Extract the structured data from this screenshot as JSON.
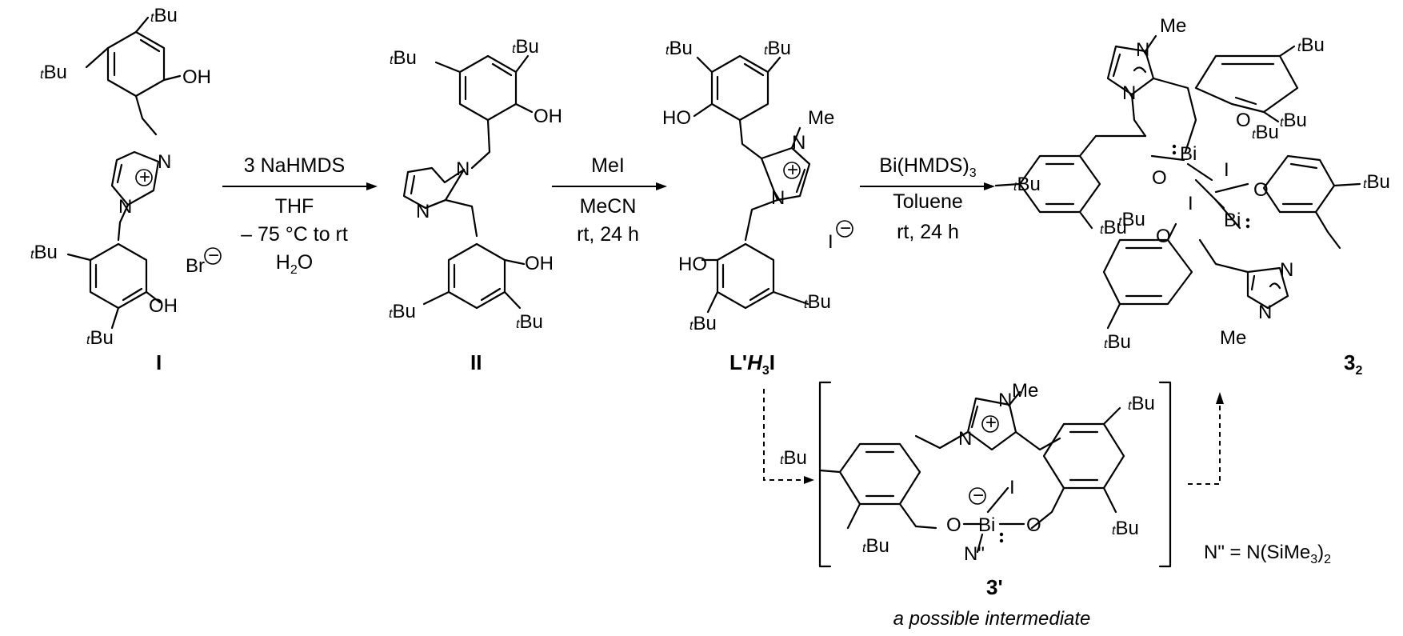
{
  "tbu_label": "Bu",
  "tbu_prefix": "t",
  "atoms": {
    "oh": "OH",
    "ho": "HO",
    "n": "N",
    "o": "O",
    "bi": "Bi",
    "i": "I",
    "me": "Me",
    "br": "Br",
    "n_dprime": "N\""
  },
  "charges": {
    "plus": "+",
    "minus": "−"
  },
  "reagents": {
    "step1": {
      "line1": "3 NaHMDS",
      "line2": "THF",
      "line3": "– 75 °C to rt",
      "line4_main": "H",
      "line4_sub": "2",
      "line4_tail": "O"
    },
    "step2": {
      "line1": "MeI",
      "line2": "MeCN",
      "line3": "rt, 24 h"
    },
    "step3": {
      "line1_main": "Bi(HMDS)",
      "line1_sub": "3",
      "line2": "Toluene",
      "line3": "rt, 24 h"
    }
  },
  "compounds": {
    "c1": "I",
    "c2": "II",
    "c3_main": "L'",
    "c3_italic": "H",
    "c3_sub": "3",
    "c3_tail": "I",
    "c4_main": "3",
    "c4_sub": "2",
    "c5": "3'"
  },
  "intermediate_caption": "a possible intermediate",
  "definition": {
    "main": "N\" = N(SiMe",
    "sub": "3",
    "tail": ")",
    "sub2": "2"
  }
}
